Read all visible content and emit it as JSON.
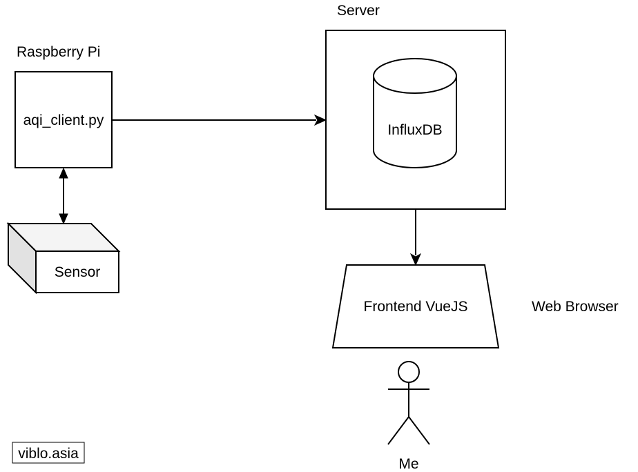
{
  "diagram": {
    "groups": {
      "raspberry_pi": "Raspberry Pi",
      "server": "Server",
      "web_browser": "Web Browser"
    },
    "nodes": {
      "client_script": "aqi_client.py",
      "database": "InfluxDB",
      "sensor": "Sensor",
      "frontend": "Frontend VueJS",
      "user": "Me"
    },
    "edges": [
      {
        "from": "client_script",
        "to": "sensor",
        "direction": "both"
      },
      {
        "from": "client_script",
        "to": "server",
        "direction": "forward"
      },
      {
        "from": "server",
        "to": "frontend",
        "direction": "forward"
      }
    ]
  },
  "watermark": "viblo.asia"
}
